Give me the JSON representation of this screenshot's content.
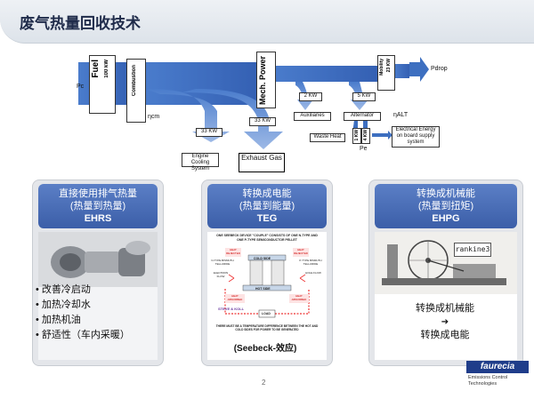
{
  "title": "废气热量回收技术",
  "flow": {
    "pc": "Pc",
    "fuel": "Fuel",
    "fuel_kw": "100 kW",
    "combustion": "Combustion",
    "eta_cm": "ηcm",
    "mech_power": "Mech. Power",
    "mobility": "Mobility",
    "mobility_kw": "23 KW",
    "pdrop": "Pdrop",
    "kw_33a": "33 KW",
    "kw_33b": "33 KW",
    "kw_2": "2 KW",
    "kw_5": "5 KW",
    "kw_1": "1 KW",
    "kw_4": "4 KW",
    "engine_cooling": "Engine Cooling System",
    "exhaust_gas": "Exhaust Gas",
    "auxiliaries": "Auxiliaries",
    "alternator": "Alternator",
    "eta_alt": "ηALT",
    "waste_heat": "Waste Heat",
    "pe": "Pe",
    "electrical_energy": "Electrical Energy on board supply system"
  },
  "panels": [
    {
      "line1": "直接使用排气热量",
      "line2": "(热量到热量)",
      "name": "EHRS"
    },
    {
      "line1": "转换成电能",
      "line2": "(热量到能量)",
      "name": "TEG"
    },
    {
      "line1": "转换成机械能",
      "line2": "(热量到扭矩)",
      "name": "EHPG"
    }
  ],
  "ehrs_bullets": [
    "• 改善冷启动",
    "• 加热冷却水",
    "• 加热机油",
    "• 舒适性（车内采暖）"
  ],
  "teg": {
    "caption": "(Seebeck-效应)",
    "header_text": "ONE SEEBECK DEVICE \"COUPLE\" CONSISTS OF ONE N-TYPE AND ONE P-TYPE SEMICONDUCTOR PELLET",
    "cold_side": "COLD SIDE",
    "hot_side": "HOT SIDE",
    "load": "LOAD",
    "heat_rejected": "HEAT REJECTED",
    "heat_absorbed": "HEAT ABSORBED",
    "n_type": "N-TYPE BISMUTH TELLURIDE",
    "p_type": "P-TYPE BISMUTH TELLURIDE",
    "electron_flow": "ELECTRON FLOW",
    "hole_flow": "HOLE FLOW",
    "footer": "THERE MUST BE A TEMPERATURE DIFFERENCE BETWEEN THE HOT AND COLD SIDES FOR POWER TO BE GENERATED",
    "brand": "STEVE & KOLL"
  },
  "ehpg": {
    "tag": "rankine3",
    "line1": "转换成机械能",
    "arrow": "➔",
    "line2": "转换成电能"
  },
  "page_number": "2",
  "logo": {
    "word": "faurecia",
    "sub1": "Emissions Control",
    "sub2": "Technologies"
  },
  "colors": {
    "flow": "#3d6fc0",
    "flow_light": "#6f97d6",
    "panel_head": "#3b5ea8"
  }
}
